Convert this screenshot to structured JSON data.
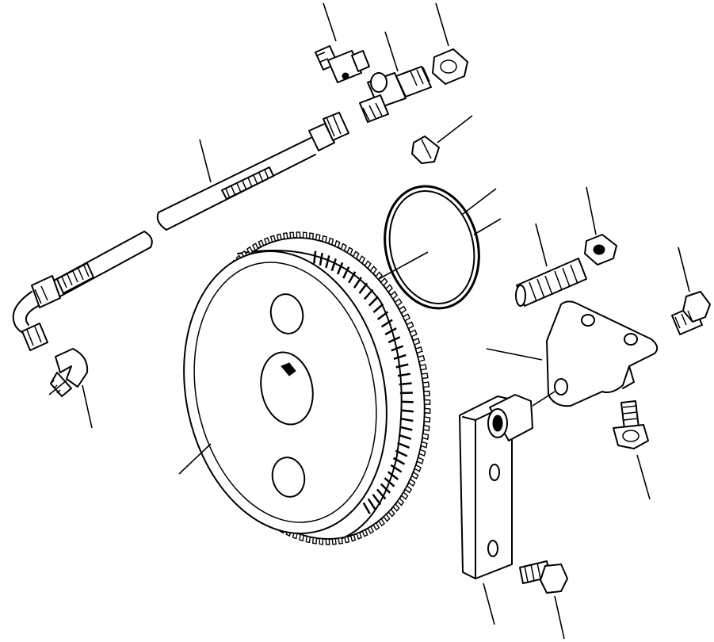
{
  "diagram": {
    "background": "#ffffff",
    "ink": "#000000",
    "parts": [
      {
        "id": "fitting-elbow"
      },
      {
        "id": "hose-assembly"
      },
      {
        "id": "fitting-top-left"
      },
      {
        "id": "tee-connector"
      },
      {
        "id": "nut-top-right"
      },
      {
        "id": "plug-small"
      },
      {
        "id": "o-ring"
      },
      {
        "id": "stud"
      },
      {
        "id": "nut-right"
      },
      {
        "id": "bolt-bracket-top"
      },
      {
        "id": "bracket"
      },
      {
        "id": "bolt-bracket-bottom"
      },
      {
        "id": "flywheel-ring-gear"
      },
      {
        "id": "lever-arm"
      },
      {
        "id": "bolt-lever"
      }
    ],
    "callout_labels": []
  }
}
